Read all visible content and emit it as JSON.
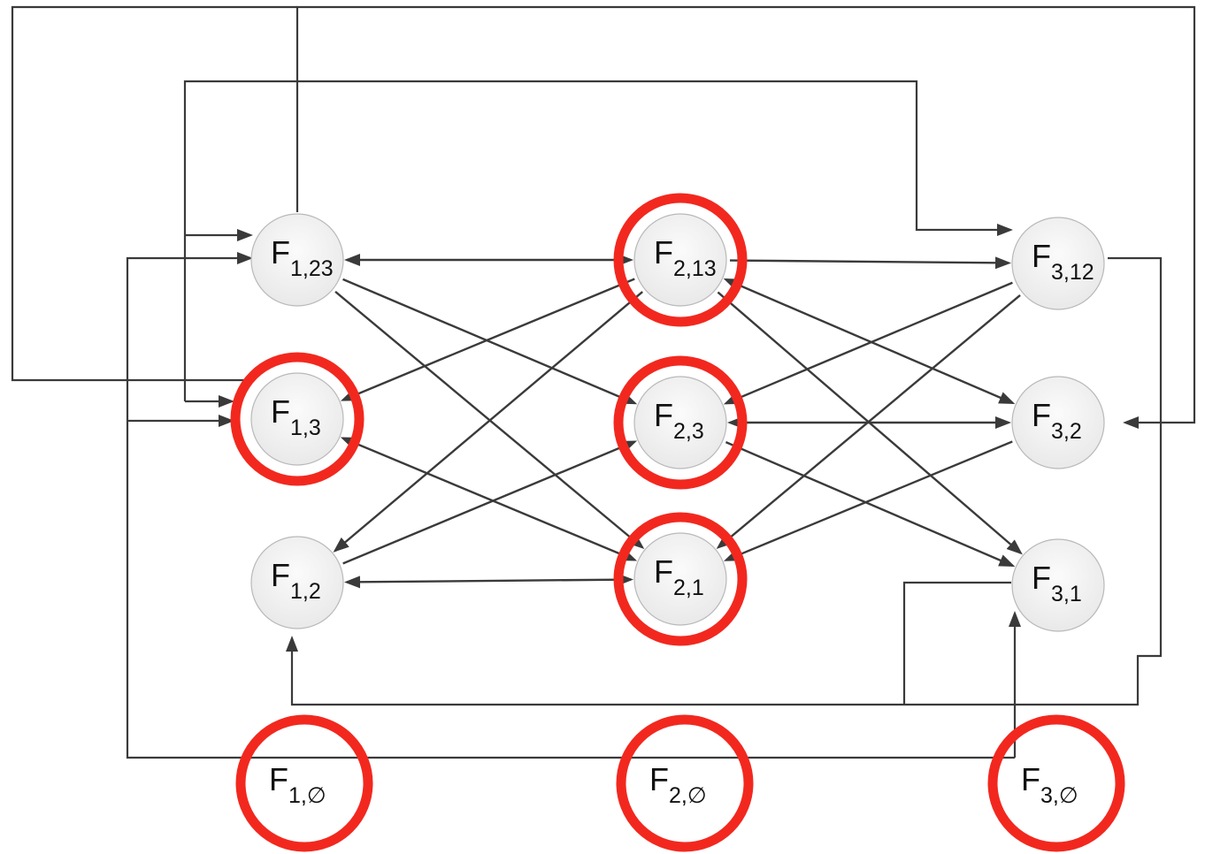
{
  "nodes": [
    {
      "id": "F1_23",
      "main": "F",
      "sub": "1,23",
      "highlighted": false
    },
    {
      "id": "F1_3",
      "main": "F",
      "sub": "1,3",
      "highlighted": true
    },
    {
      "id": "F1_2",
      "main": "F",
      "sub": "1,2",
      "highlighted": false
    },
    {
      "id": "F2_13",
      "main": "F",
      "sub": "2,13",
      "highlighted": true
    },
    {
      "id": "F2_3",
      "main": "F",
      "sub": "2,3",
      "highlighted": true
    },
    {
      "id": "F2_1",
      "main": "F",
      "sub": "2,1",
      "highlighted": true
    },
    {
      "id": "F3_12",
      "main": "F",
      "sub": "3,12",
      "highlighted": false
    },
    {
      "id": "F3_2",
      "main": "F",
      "sub": "3,2",
      "highlighted": false
    },
    {
      "id": "F3_1",
      "main": "F",
      "sub": "3,1",
      "highlighted": false
    }
  ],
  "empty_nodes": [
    {
      "id": "F1_empty",
      "main": "F",
      "sub": "1,∅",
      "highlighted": true
    },
    {
      "id": "F2_empty",
      "main": "F",
      "sub": "2,∅",
      "highlighted": true
    },
    {
      "id": "F3_empty",
      "main": "F",
      "sub": "3,∅",
      "highlighted": true
    }
  ],
  "edges": [
    {
      "from": "F1_23",
      "to": "F2_13",
      "bidirectional": true
    },
    {
      "from": "F1_23",
      "to": "F2_3",
      "bidirectional": false
    },
    {
      "from": "F1_23",
      "to": "F2_1",
      "bidirectional": false
    },
    {
      "from": "F2_13",
      "to": "F1_3",
      "bidirectional": false
    },
    {
      "from": "F2_13",
      "to": "F1_2",
      "bidirectional": false
    },
    {
      "from": "F1_3",
      "to": "F2_1",
      "bidirectional": true
    },
    {
      "from": "F1_2",
      "to": "F2_3",
      "bidirectional": false
    },
    {
      "from": "F2_1",
      "to": "F1_2",
      "bidirectional": true
    },
    {
      "from": "F2_13",
      "to": "F3_12",
      "bidirectional": false
    },
    {
      "from": "F3_12",
      "to": "F2_3",
      "bidirectional": false
    },
    {
      "from": "F3_12",
      "to": "F2_1",
      "bidirectional": false
    },
    {
      "from": "F3_2",
      "to": "F2_13",
      "bidirectional": true
    },
    {
      "from": "F2_3",
      "to": "F3_2",
      "bidirectional": true
    },
    {
      "from": "F3_2",
      "to": "F2_1",
      "bidirectional": false
    },
    {
      "from": "F2_13",
      "to": "F3_1",
      "bidirectional": false
    },
    {
      "from": "F2_3",
      "to": "F3_1",
      "bidirectional": false
    }
  ],
  "colors": {
    "highlight": "#f2281f",
    "line": "#3a3a3a",
    "node_fill": "#f3f3f3",
    "node_stroke": "#b9b9b9"
  }
}
